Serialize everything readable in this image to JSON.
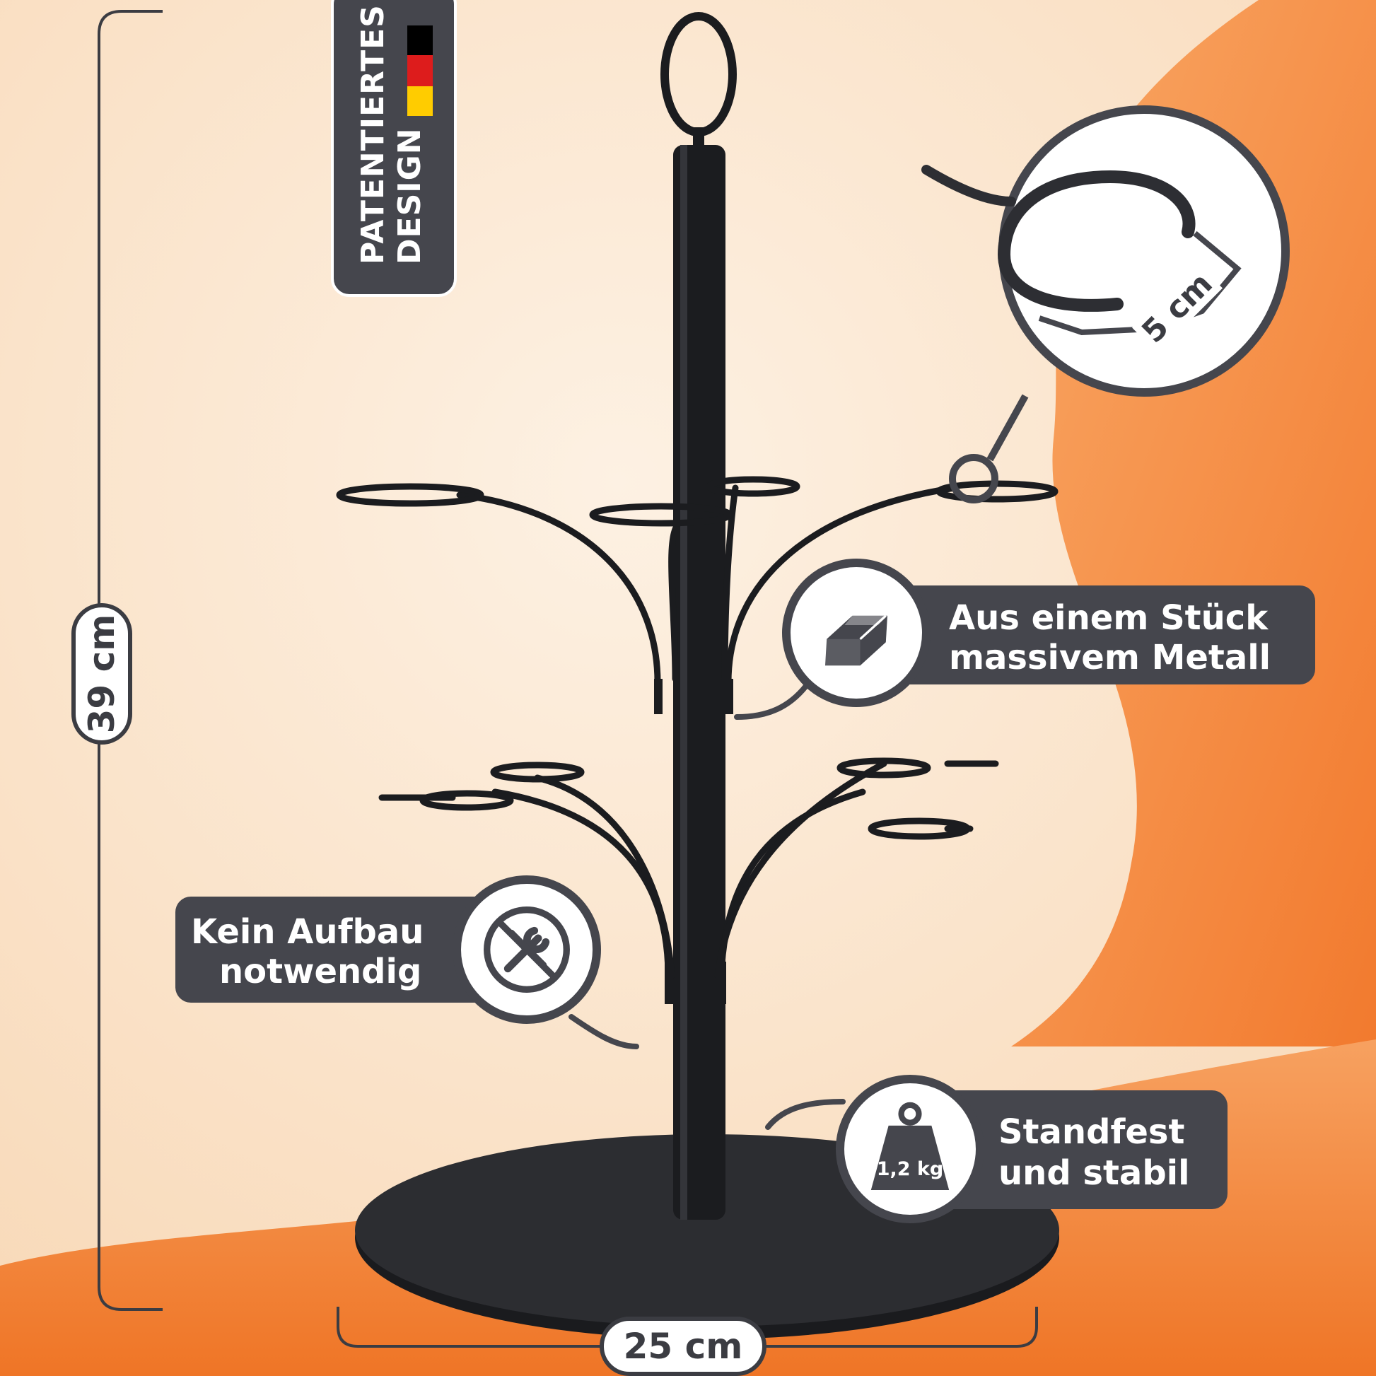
{
  "badge": {
    "line1": "PATENTIERTES",
    "line2": "DESIGN"
  },
  "dimensions": {
    "height": "39 cm",
    "width": "25 cm",
    "ring_diameter": "5 cm"
  },
  "features": [
    {
      "icon": "metal-bar-icon",
      "line1": "Aus einem Stück",
      "line2": "massivem Metall"
    },
    {
      "icon": "no-tools-icon",
      "line1": "Kein Aufbau",
      "line2": "notwendig"
    },
    {
      "icon": "weight-icon",
      "weight_label": "1,2 kg",
      "line1": "Standfest",
      "line2": "und stabil"
    }
  ],
  "colors": {
    "accent_orange": "#f58a3c",
    "background_light": "#fbe6d0",
    "label_dark": "#45464d",
    "stand_black": "#1b1c1f"
  }
}
